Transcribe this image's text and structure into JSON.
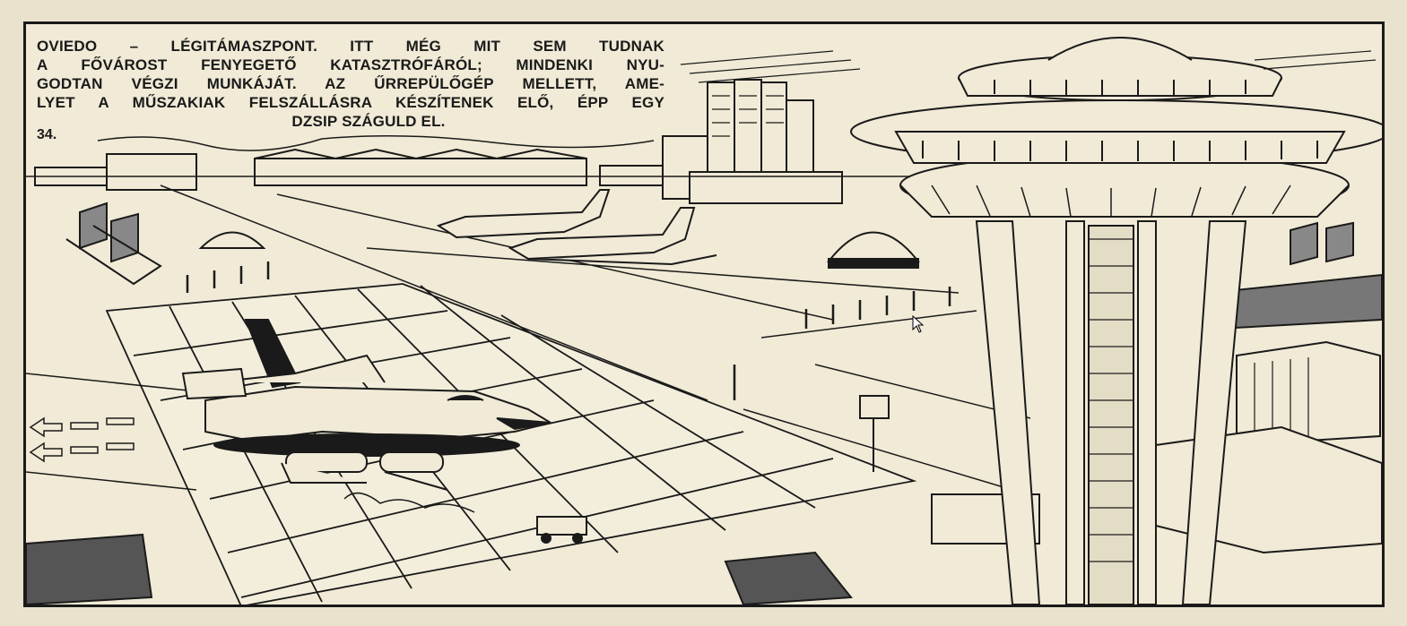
{
  "panel": {
    "number": "34.",
    "caption_lines": [
      "OVIEDO – LÉGITÁMASZPONT. ITT MÉG MIT SEM TUDNAK",
      "A FŐVÁROST FENYEGETŐ KATASZTRÓFÁRÓL; MINDENKI NYU-",
      "GODTAN VÉGZI MUNKÁJÁT. AZ ŰRREPÜLŐGÉP MELLETT, AME-",
      "LYET A MŰSZAKIAK FELSZÁLLÁSRA KÉSZÍTENEK ELŐ, ÉPP EGY",
      "DZSIP SZÁGULD EL."
    ]
  },
  "colors": {
    "ink": "#1a1a1a",
    "paper": "#f0ead6",
    "background": "#e9e2cc"
  }
}
